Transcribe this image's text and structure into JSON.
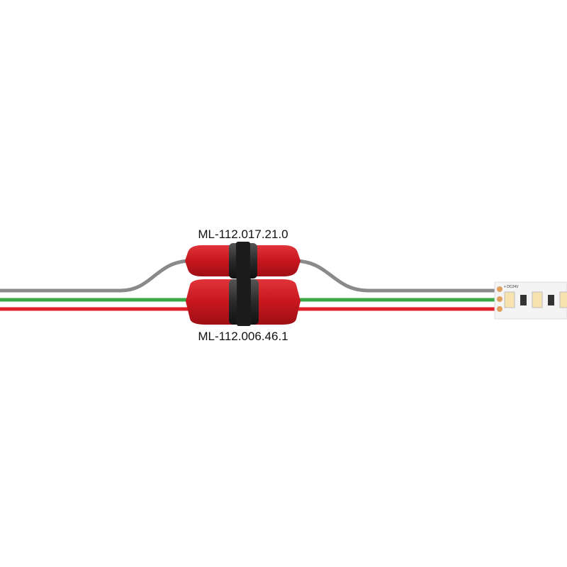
{
  "labels": {
    "top_connector": "ML-112.017.21.0",
    "bottom_connector": "ML-112.006.46.1",
    "strip_marking": "+ DC24V"
  },
  "colors": {
    "wire_gray": "#8a8a8a",
    "wire_green": "#3aa845",
    "wire_red": "#e02028",
    "connector_red": "#c8161e",
    "connector_dark": "#2a2a2a",
    "strip": "#f4f4f4",
    "pad": "#e0a060"
  }
}
